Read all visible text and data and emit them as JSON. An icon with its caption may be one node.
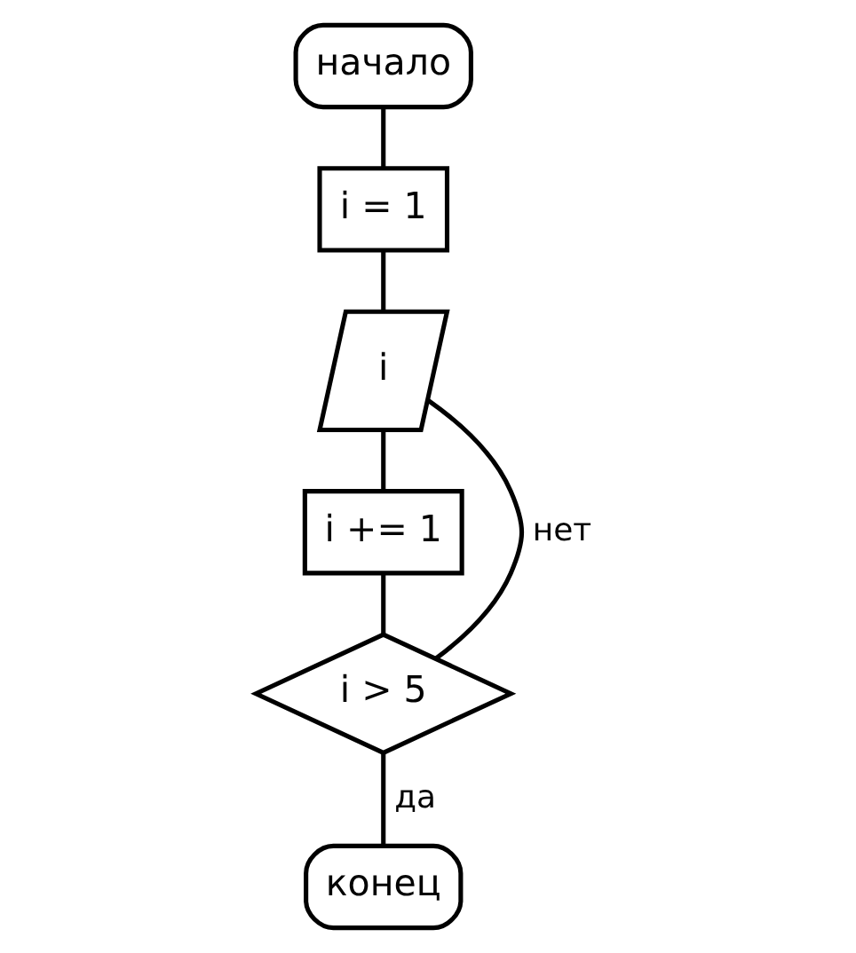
{
  "diagram": {
    "nodes": [
      {
        "text": [
          "начало"
        ]
      },
      {
        "text": [
          "i = 1"
        ]
      },
      {
        "text": [
          "i"
        ]
      },
      {
        "text": [
          "i += 1"
        ]
      },
      {
        "text": [
          "i > 5"
        ]
      },
      {
        "text": [
          "конец"
        ]
      }
    ],
    "edges": [
      {
        "from": 0,
        "to": 1,
        "arrow": "none"
      },
      {
        "from": 1,
        "to": 2,
        "arrow": "none"
      },
      {
        "from": 2,
        "to": 3,
        "arrow": "none"
      },
      {
        "from": 3,
        "to": 4,
        "arrow": "none"
      },
      {
        "from": 4,
        "to": 2,
        "arrow": "none",
        "label": "нет"
      },
      {
        "from": 4,
        "to": 5,
        "arrow": "none",
        "label": "да"
      }
    ]
  }
}
